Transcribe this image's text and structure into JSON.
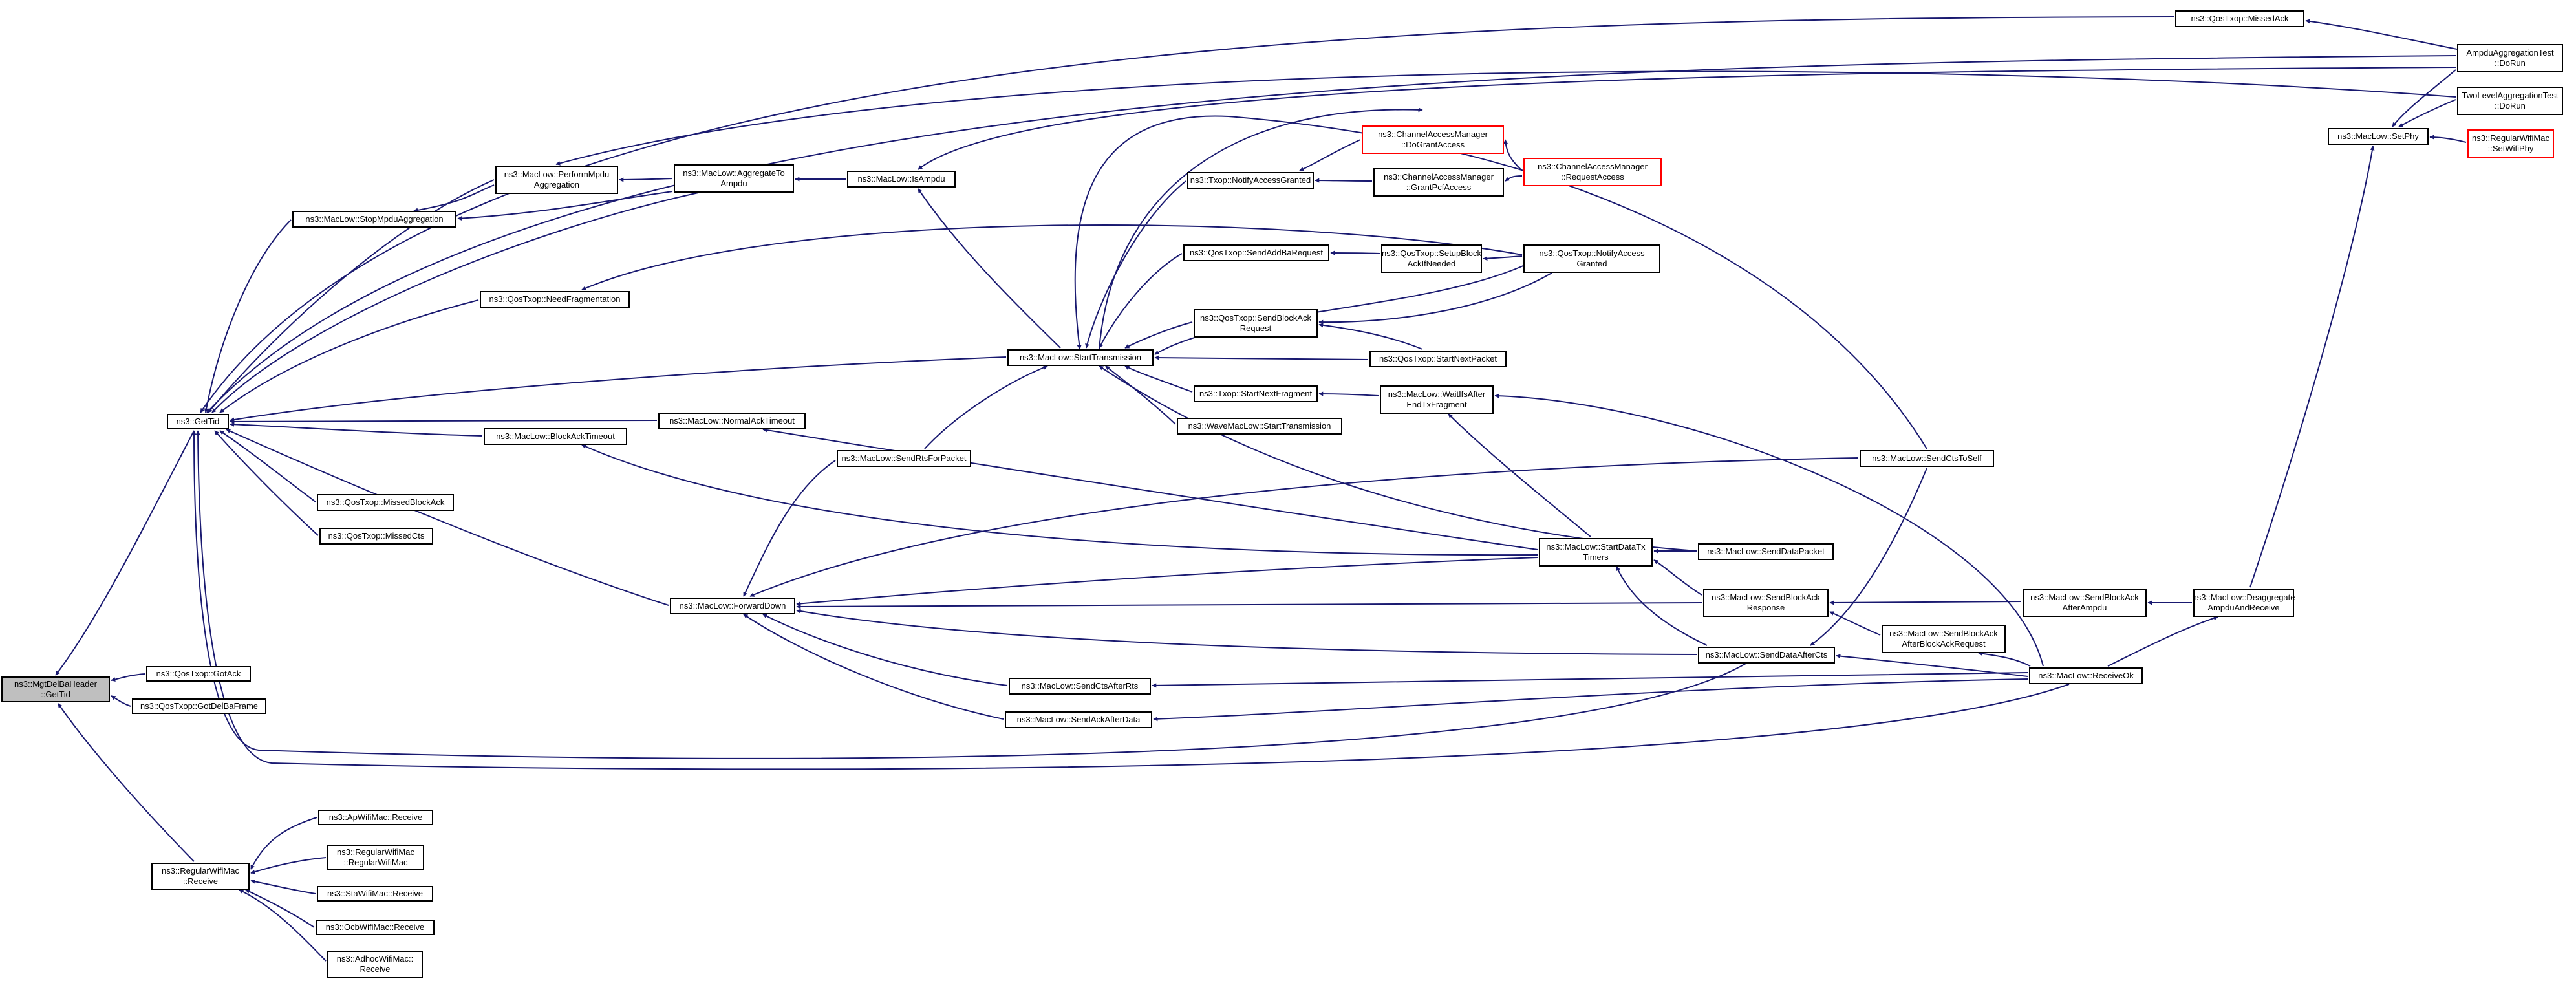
{
  "nodes": {
    "root": "ns3::MgtDelBaHeader\n::GetTid",
    "gettid": "ns3::GetTid",
    "qostxop_gotack": "ns3::QosTxop::GotAck",
    "qostxop_gotdelbaframe": "ns3::QosTxop::GotDelBaFrame",
    "regularwifimac_receive": "ns3::RegularWifiMac\n::Receive",
    "apwifimac_receive": "ns3::ApWifiMac::Receive",
    "regularwifimac_ctor": "ns3::RegularWifiMac\n::RegularWifiMac",
    "stawifimac_receive": "ns3::StaWifiMac::Receive",
    "ocbwifimac_receive": "ns3::OcbWifiMac::Receive",
    "adhocwifimac_receive": "ns3::AdhocWifiMac::\nReceive",
    "stopmpduaggregation": "ns3::MacLow::StopMpduAggregation",
    "performmpduaggregation": "ns3::MacLow::PerformMpdu\nAggregation",
    "aggregatetoampdu": "ns3::MacLow::AggregateTo\nAmpdu",
    "isampdu": "ns3::MacLow::IsAmpdu",
    "needfragmentation": "ns3::QosTxop::NeedFragmentation",
    "starttransmission": "ns3::MacLow::StartTransmission",
    "normalacktimeout": "ns3::MacLow::NormalAckTimeout",
    "blockacktimeout": "ns3::MacLow::BlockAckTimeout",
    "missedblockack": "ns3::QosTxop::MissedBlockAck",
    "missedcts": "ns3::QosTxop::MissedCts",
    "forwarddown": "ns3::MacLow::ForwardDown",
    "sendrtsforpacket": "ns3::MacLow::SendRtsForPacket",
    "sendctsafterrts": "ns3::MacLow::SendCtsAfterRts",
    "sendackafterdata": "ns3::MacLow::SendAckAfterData",
    "txop_notifyaccessgranted": "ns3::Txop::NotifyAccessGranted",
    "sendaddbarequest": "ns3::QosTxop::SendAddBaRequest",
    "sendblockackrequest": "ns3::QosTxop::SendBlockAck\nRequest",
    "txop_startnextfragment": "ns3::Txop::StartNextFragment",
    "wavemaclow_starttransmission": "ns3::WaveMacLow::StartTransmission",
    "cam_dograntaccess": "ns3::ChannelAccessManager\n::DoGrantAccess",
    "cam_grantpcfaccess": "ns3::ChannelAccessManager\n::GrantPcfAccess",
    "cam_requestaccess": "ns3::ChannelAccessManager\n::RequestAccess",
    "setupblockackifneeded": "ns3::QosTxop::SetupBlock\nAckIfNeeded",
    "qostxop_notifyaccessgranted": "ns3::QosTxop::NotifyAccess\nGranted",
    "qostxop_startnextpacket": "ns3::QosTxop::StartNextPacket",
    "waitifsafterendtxfragment": "ns3::MacLow::WaitIfsAfter\nEndTxFragment",
    "senddatapacket": "ns3::MacLow::SendDataPacket",
    "startdatatxtimers": "ns3::MacLow::StartDataTx\nTimers",
    "sendblockackresponse": "ns3::MacLow::SendBlockAck\nResponse",
    "senddataafterrcts": "ns3::MacLow::SendDataAfterCts",
    "sendblockackafterblockackrequest": "ns3::MacLow::SendBlockAck\nAfterBlockAckRequest",
    "sendctstoself": "ns3::MacLow::SendCtsToSelf",
    "sendblockackafterampdu": "ns3::MacLow::SendBlockAck\nAfterAmpdu",
    "receiveok": "ns3::MacLow::ReceiveOk",
    "deaggregateampduandreceive": "ns3::MacLow::Deaggregate\nAmpduAndReceive",
    "qostxop_missedack": "ns3::QosTxop::MissedAck",
    "ampduaggregationtest_dorun": "AmpduAggregationTest\n::DoRun",
    "twolevelaggregationtest_dorun": "TwoLevelAggregationTest\n::DoRun",
    "maclow_setphy": "ns3::MacLow::SetPhy",
    "regularwifimac_setwifiphy": "ns3::RegularWifiMac\n::SetWifiPhy"
  },
  "colors": {
    "edge": "#191970",
    "node_border": "#000000",
    "node_border_highlight": "#ff0000",
    "root_fill": "#bfbfbf"
  }
}
